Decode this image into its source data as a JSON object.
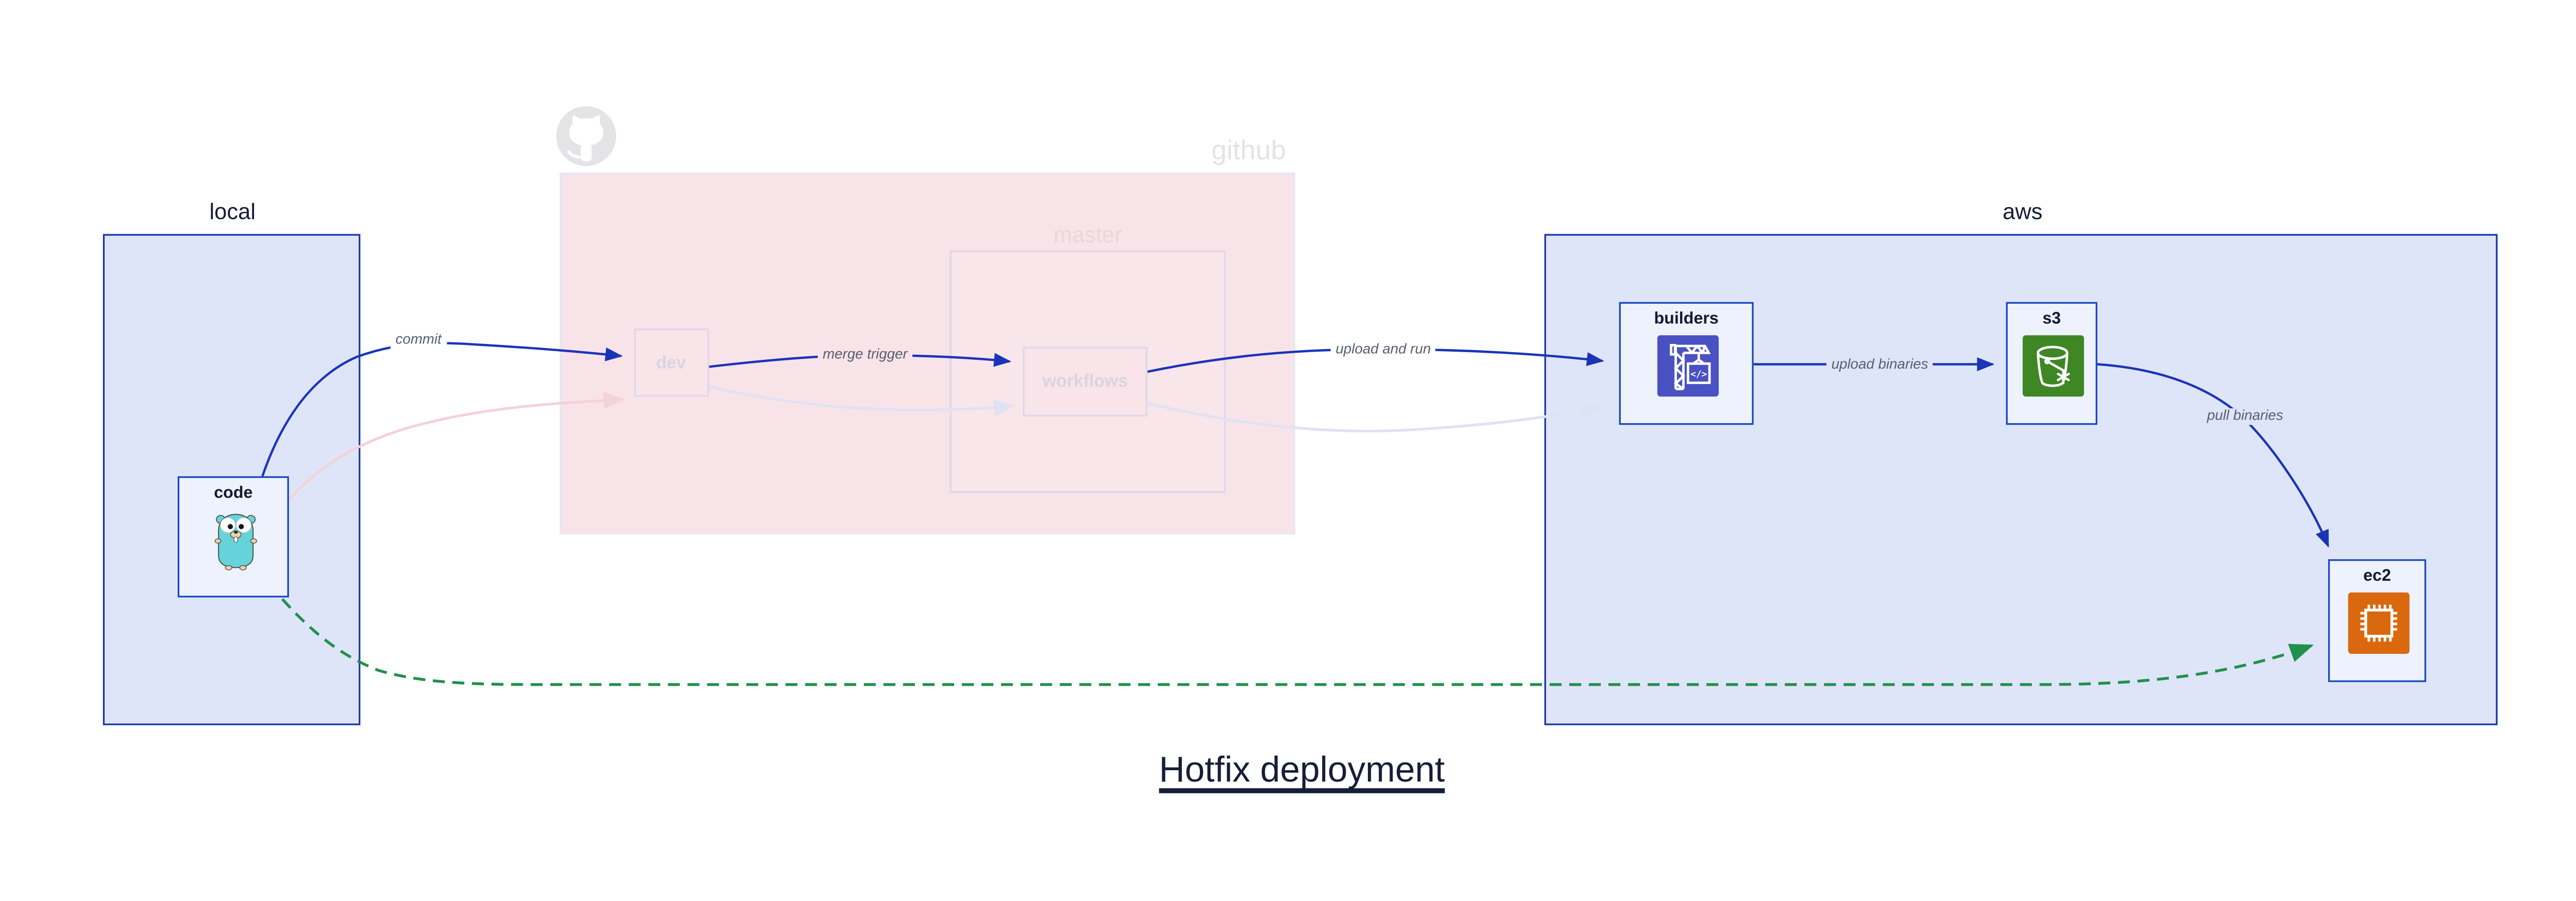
{
  "title": {
    "text": "Hotfix deployment"
  },
  "groups": {
    "local": {
      "label": "local"
    },
    "github": {
      "label": "github"
    },
    "master": {
      "label": "master"
    },
    "aws": {
      "label": "aws"
    }
  },
  "nodes": {
    "code": {
      "label": "code",
      "icon": "go-gopher-icon"
    },
    "dev": {
      "label": "dev"
    },
    "workflows": {
      "label": "workflows"
    },
    "builders": {
      "label": "builders",
      "icon": "codebuild-crane-icon",
      "code_glyph": "</>"
    },
    "s3": {
      "label": "s3",
      "icon": "s3-bucket-icon"
    },
    "ec2": {
      "label": "ec2",
      "icon": "ec2-chip-icon"
    }
  },
  "edges": {
    "commit": {
      "label": "commit"
    },
    "merge_trigger": {
      "label": "merge trigger"
    },
    "upload_and_run": {
      "label": "upload and run"
    },
    "upload_binaries": {
      "label": "upload binaries"
    },
    "pull_binaries": {
      "label": "pull binaries"
    },
    "hotfix_path": {
      "label": "",
      "style": "dashed-green"
    }
  },
  "colors": {
    "container_fill": "#dfe5f8",
    "container_border": "#1634a4",
    "node_fill": "#eef2fc",
    "node_border": "#1545c1",
    "edge_blue": "#1a34b8",
    "edge_green": "#22904d",
    "github_cluster_fill": "#f8e3e8",
    "master_fill": "#f9e6ea",
    "faded_border": "#ddd5e9",
    "faded_edge_lavender": "#dfe2f2",
    "faded_edge_pink": "#f3d2db",
    "edge_label_gray": "#575e70",
    "dark_text": "#131c36",
    "github_gray": "#e3e3e5",
    "builders_icon_bg": "#4a51c2",
    "s3_icon_bg": "#3f8624",
    "ec2_icon_bg": "#d9680f",
    "gopher_teal": "#66d3da"
  }
}
